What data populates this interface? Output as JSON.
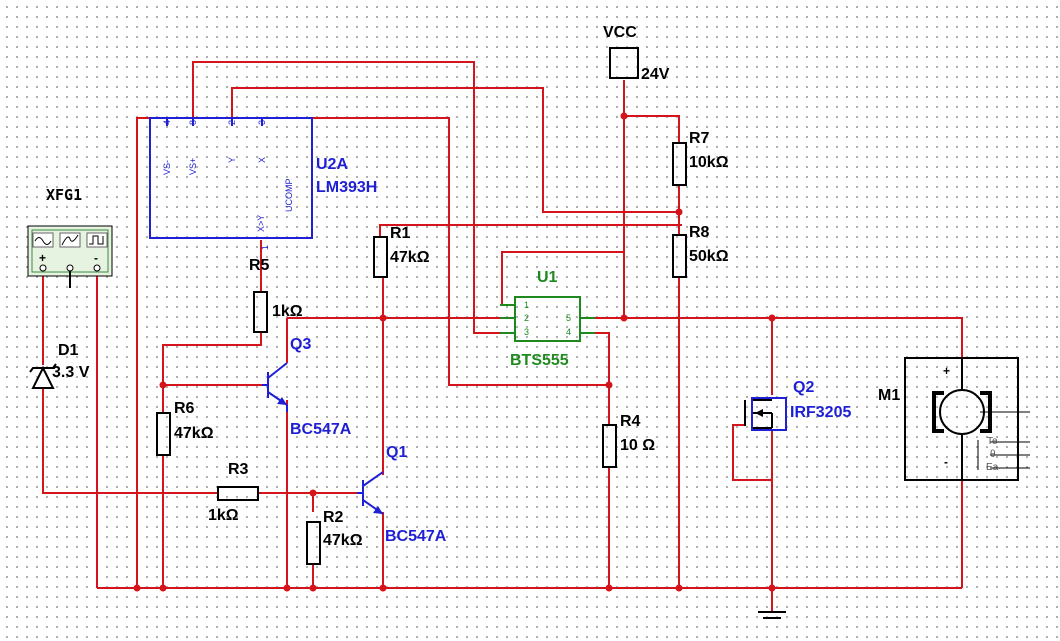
{
  "power": {
    "label": "VCC",
    "value": "24V"
  },
  "function_generator": {
    "ref": "XFG1",
    "terminal_plus": "+",
    "terminal_minus": "-"
  },
  "comparator": {
    "ref": "U2A",
    "part": "LM393H",
    "pin_numbers": [
      "4",
      "8",
      "2",
      "3",
      "1"
    ],
    "pin_names": [
      "VS-",
      "VS+",
      "Y",
      "X",
      "X>Y",
      "UCOMP"
    ]
  },
  "resistors": {
    "r1": {
      "ref": "R1",
      "value": "47kΩ"
    },
    "r2": {
      "ref": "R2",
      "value": "47kΩ"
    },
    "r3": {
      "ref": "R3",
      "value": "1kΩ"
    },
    "r4": {
      "ref": "R4",
      "value": "10 Ω"
    },
    "r5": {
      "ref": "R5",
      "value": "1kΩ"
    },
    "r6": {
      "ref": "R6",
      "value": "47kΩ"
    },
    "r7": {
      "ref": "R7",
      "value": "10kΩ"
    },
    "r8": {
      "ref": "R8",
      "value": "50kΩ"
    }
  },
  "diode": {
    "ref": "D1",
    "value": "3.3 V"
  },
  "transistors": {
    "q1": {
      "ref": "Q1",
      "part": "BC547A"
    },
    "q3": {
      "ref": "Q3",
      "part": "BC547A"
    },
    "q2": {
      "ref": "Q2",
      "part": "IRF3205"
    }
  },
  "switch_ic": {
    "ref": "U1",
    "part": "BTS555",
    "pins": [
      "1",
      "2",
      "3",
      "5",
      "4"
    ]
  },
  "motor": {
    "ref": "M1",
    "plus": "+",
    "minus": "-",
    "outputs": [
      "Te",
      "θ",
      "Ea"
    ]
  },
  "colors": {
    "wire": "#d4141a",
    "component_blue": "#1f1fd6",
    "component_green": "#1e8a1e",
    "grid_dot": "#9a9a9a"
  }
}
